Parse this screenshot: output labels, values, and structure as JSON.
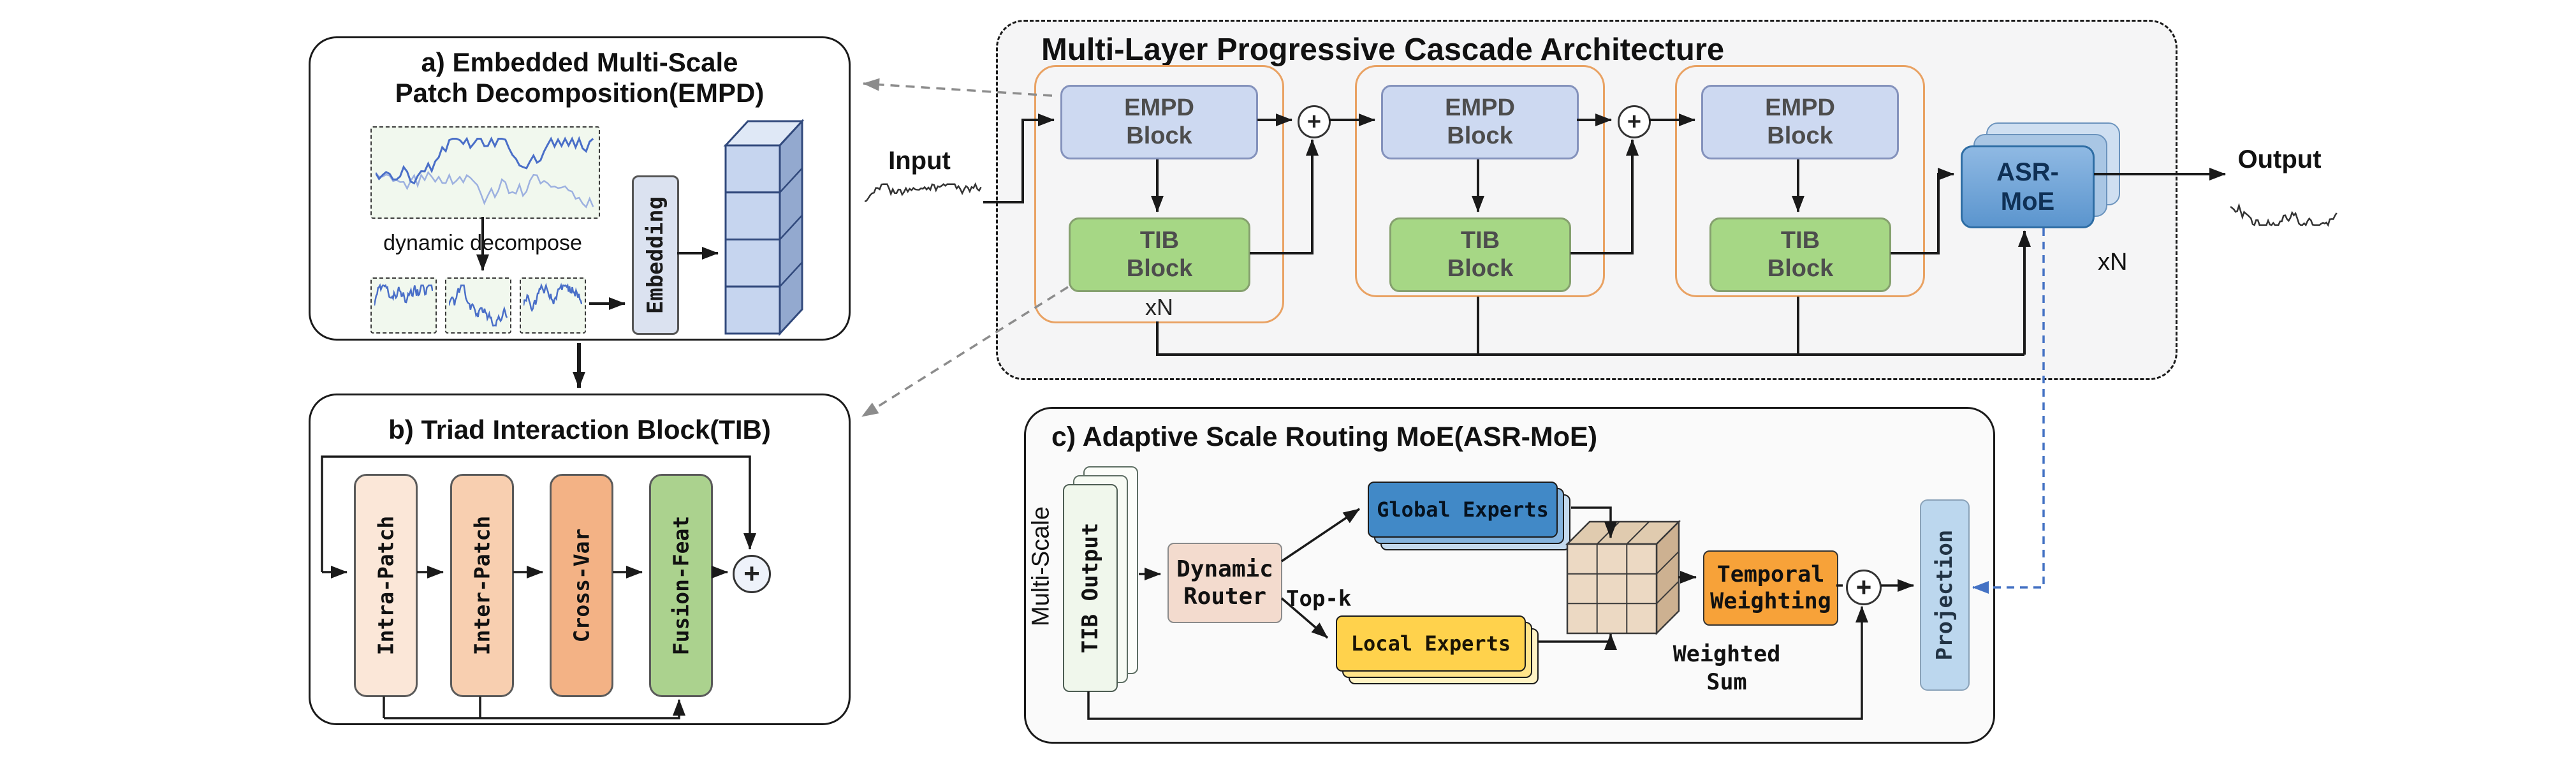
{
  "figure": {
    "plus_symbol": "+"
  },
  "panel_a": {
    "title_line1": "a) Embedded Multi-Scale",
    "title_line2": "Patch Decomposition(EMPD)",
    "decompose_label": "dynamic decompose",
    "embedding_label": "Embedding"
  },
  "panel_b": {
    "title": "b) Triad Interaction Block(TIB)",
    "blocks": [
      {
        "label": "Intra-Patch"
      },
      {
        "label": "Inter-Patch"
      },
      {
        "label": "Cross-Var"
      },
      {
        "label": "Fusion-Feat"
      }
    ]
  },
  "cascade": {
    "title": "Multi-Layer Progressive Cascade Architecture",
    "input_label": "Input",
    "output_label": "Output",
    "empd_block_label": "EMPD Block",
    "tib_block_label": "TIB Block",
    "stage_repeat_label": "xN",
    "asr_repeat_label": "xN",
    "asr_line1": "ASR-",
    "asr_line2": "MoE"
  },
  "panel_c": {
    "title": "c) Adaptive Scale Routing MoE(ASR-MoE)",
    "multiscale_label": "Multi-Scale",
    "tib_output_label": "TIB Output",
    "router_label": "Dynamic Router",
    "topk_label": "Top-k",
    "global_experts_label": "Global Experts",
    "local_experts_label": "Local Experts",
    "weighted_sum_label": "Weighted Sum",
    "temporal_weighting_label": "Temporal Weighting",
    "projection_label": "Projection"
  },
  "colors": {
    "empd_fill": "#cdd9f1",
    "tib_fill": "#a6d785",
    "stage_border": "#e9a263",
    "asr_fill": "#6aa0d6",
    "global_expert_fill": "#4189c7",
    "local_expert_fill": "#ffd24c",
    "temporal_fill": "#f7a239",
    "projection_fill": "#bcd7ee",
    "router_fill": "#f3dbce",
    "intra_fill": "#fbe7d8",
    "inter_fill": "#f8cfb0",
    "crossvar_fill": "#f3b285",
    "fusion_fill": "#abd28e",
    "link_dashed_gray": "#8c8c8c",
    "asr_link_blue": "#4472c4"
  }
}
